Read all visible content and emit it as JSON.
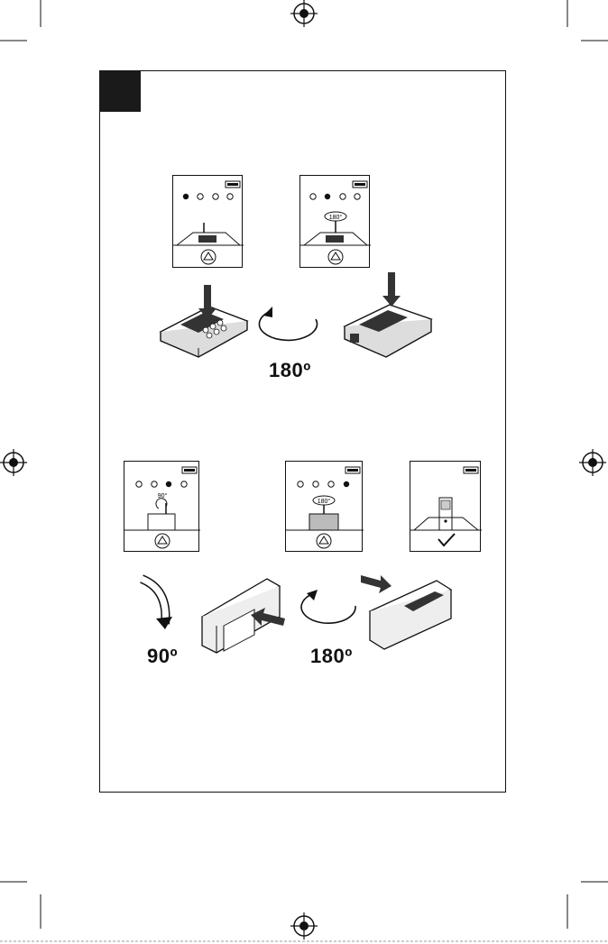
{
  "figure": {
    "rotation_label_top": "180º",
    "rotation_label_bottom_left": "90º",
    "rotation_label_bottom_right": "180º"
  },
  "screens": {
    "top_1": {
      "dots": [
        "filled",
        "empty",
        "empty",
        "empty"
      ],
      "annotation": ""
    },
    "top_2": {
      "dots": [
        "empty",
        "filled",
        "empty",
        "empty"
      ],
      "annotation": "180°"
    },
    "bottom_1": {
      "dots": [
        "empty",
        "empty",
        "filled",
        "empty"
      ],
      "annotation": "90°"
    },
    "bottom_2": {
      "dots": [
        "empty",
        "empty",
        "empty",
        "filled"
      ],
      "annotation": "180°"
    },
    "bottom_3": {
      "dots": [],
      "annotation": ""
    }
  },
  "icons": [
    "registration-mark-icon",
    "battery-icon",
    "up-triangle-button-icon",
    "checkmark-icon",
    "rotation-arrow-icon",
    "press-arrow-icon"
  ]
}
